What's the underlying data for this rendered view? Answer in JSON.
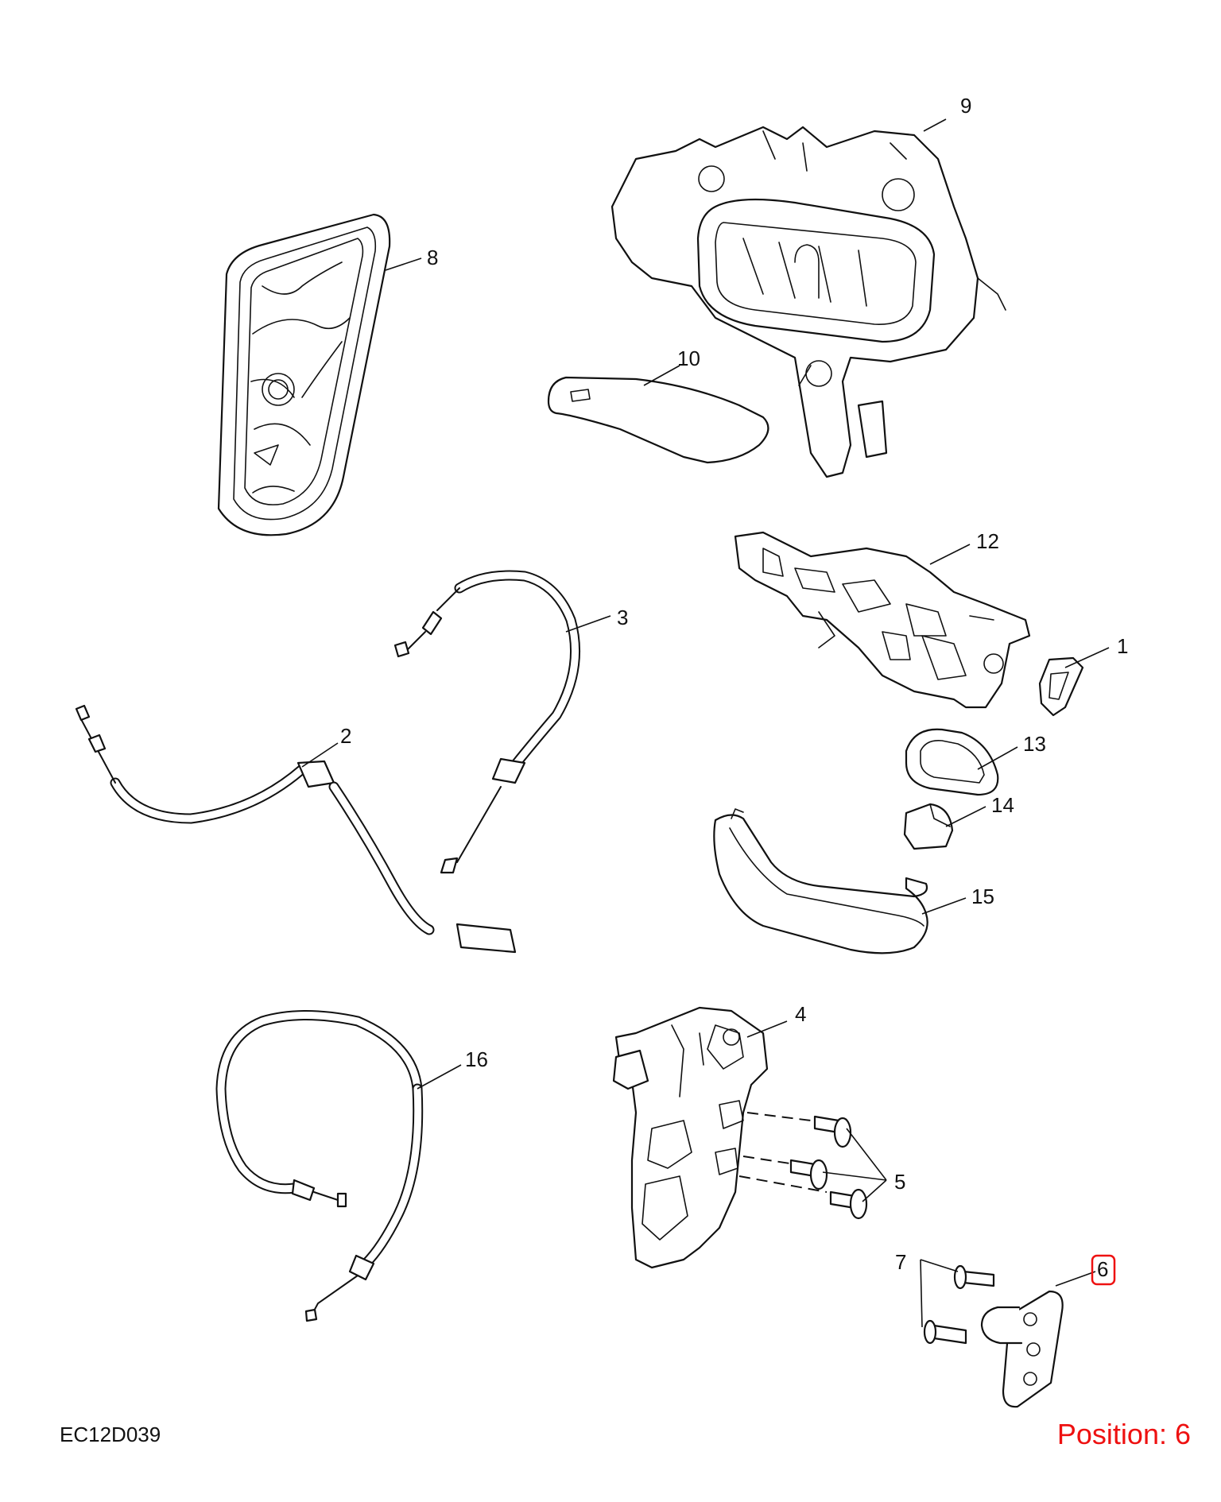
{
  "callouts": {
    "p1": "1",
    "p2": "2",
    "p3": "3",
    "p4": "4",
    "p5": "5",
    "p6": "6",
    "p7": "7",
    "p8": "8",
    "p9": "9",
    "p10": "10",
    "p12": "12",
    "p13": "13",
    "p14": "14",
    "p15": "15",
    "p16": "16"
  },
  "drawing_code": "EC12D039",
  "position_label": "Position: 6",
  "highlight_color": "#ee1111"
}
